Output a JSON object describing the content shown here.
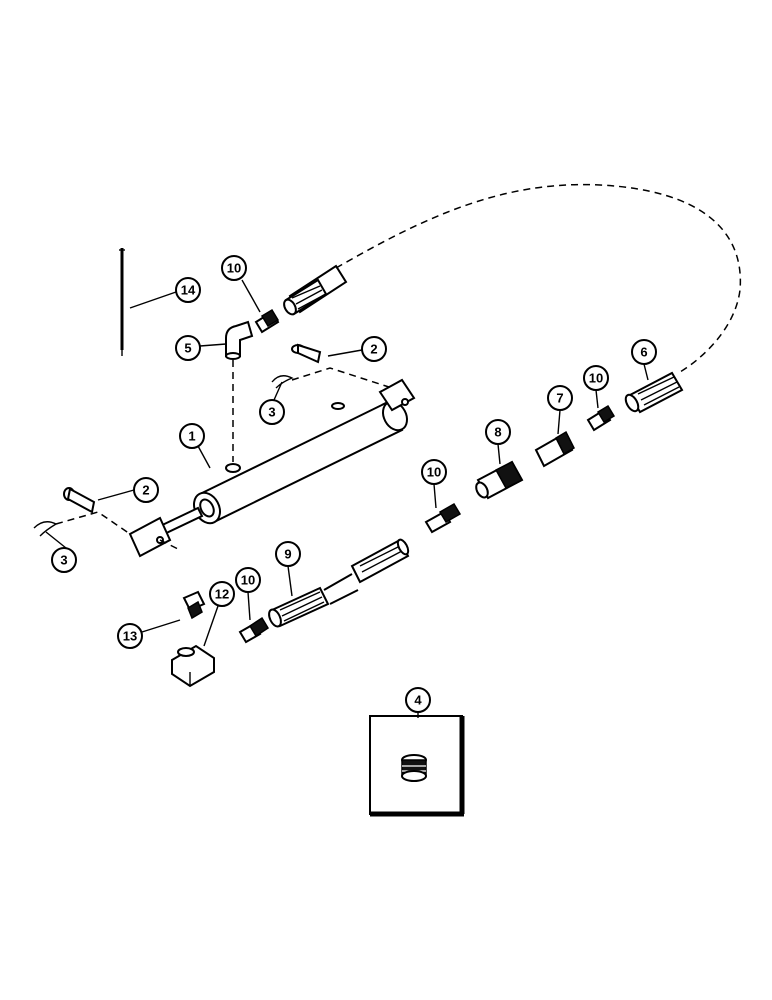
{
  "callouts": {
    "c1": "1",
    "c2a": "2",
    "c2b": "2",
    "c3a": "3",
    "c3b": "3",
    "c4": "4",
    "c5": "5",
    "c6": "6",
    "c7": "7",
    "c8": "8",
    "c9": "9",
    "c10a": "10",
    "c10b": "10",
    "c10c": "10",
    "c10d": "10",
    "c12": "12",
    "c13": "13",
    "c14": "14"
  }
}
